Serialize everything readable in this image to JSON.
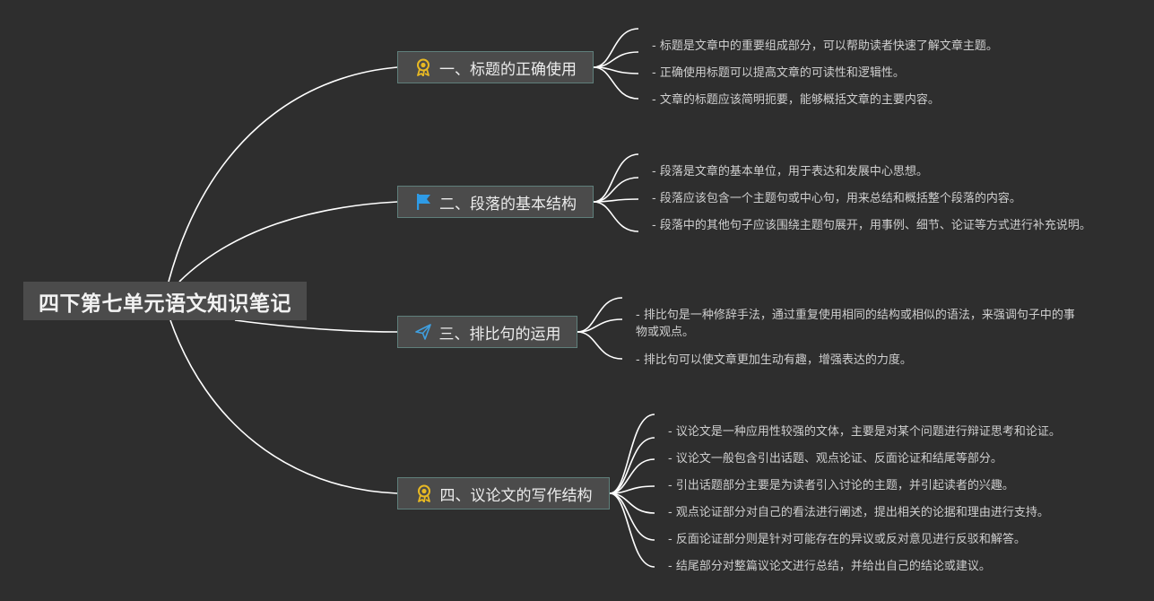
{
  "root": {
    "title": "四下第七单元语文知识笔记"
  },
  "branches": [
    {
      "label": "一、标题的正确使用",
      "icon": "award-ribbon-icon",
      "leaves": [
        "- 标题是文章中的重要组成部分，可以帮助读者快速了解文章主题。",
        "- 正确使用标题可以提高文章的可读性和逻辑性。",
        "- 文章的标题应该简明扼要，能够概括文章的主要内容。"
      ]
    },
    {
      "label": "二、段落的基本结构",
      "icon": "flag-icon",
      "leaves": [
        "- 段落是文章的基本单位，用于表达和发展中心思想。",
        "- 段落应该包含一个主题句或中心句，用来总结和概括整个段落的内容。",
        "- 段落中的其他句子应该围绕主题句展开，用事例、细节、论证等方式进行补充说明。"
      ]
    },
    {
      "label": "三、排比句的运用",
      "icon": "paper-plane-icon",
      "leaves": [
        "- 排比句是一种修辞手法，通过重复使用相同的结构或相似的语法，来强调句子中的事物或观点。",
        "- 排比句可以使文章更加生动有趣，增强表达的力度。"
      ]
    },
    {
      "label": "四、议论文的写作结构",
      "icon": "award-ribbon-icon",
      "leaves": [
        "- 议论文是一种应用性较强的文体，主要是对某个问题进行辩证思考和论证。",
        "- 议论文一般包含引出话题、观点论证、反面论证和结尾等部分。",
        "- 引出话题部分主要是为读者引入讨论的主题，并引起读者的兴趣。",
        "- 观点论证部分对自己的看法进行阐述，提出相关的论据和理由进行支持。",
        "- 反面论证部分则是针对可能存在的异议或反对意见进行反驳和解答。",
        "- 结尾部分对整篇议论文进行总结，并给出自己的结论或建议。"
      ]
    }
  ],
  "colors": {
    "background": "#2e2e2e",
    "node_fill": "#4b4b4b",
    "node_border": "#5f7f7b",
    "connector": "#ffffff",
    "award_icon": "#e8b923",
    "flag_icon": "#2e9be6",
    "plane_icon": "#3f9fe0"
  }
}
